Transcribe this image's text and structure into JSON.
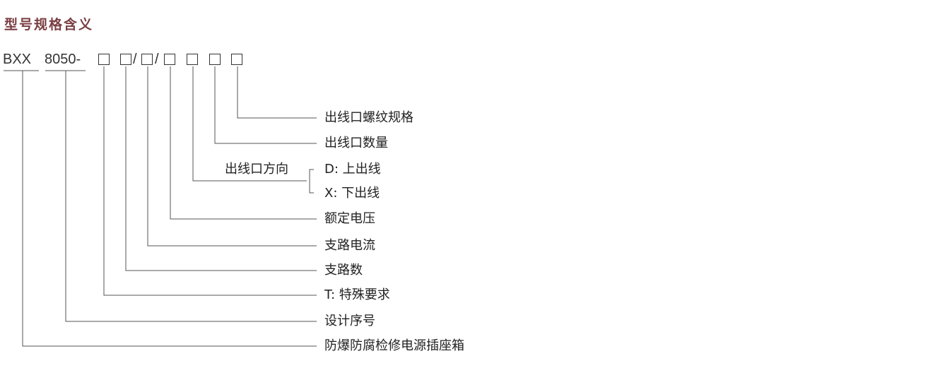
{
  "title": "型号规格含义",
  "model": {
    "prefix": "BXX",
    "series": "8050-",
    "slash1": "/",
    "slash2": "/"
  },
  "labels": {
    "thread_spec": "出线口螺纹规格",
    "outlet_count": "出线口数量",
    "outlet_direction": "出线口方向",
    "dir_up": "D: 上出线",
    "dir_down": "X: 下出线",
    "rated_voltage": "额定电压",
    "branch_current": "支路电流",
    "branch_count": "支路数",
    "special_req": "T: 特殊要求",
    "design_no": "设计序号",
    "product_name": "防爆防腐检修电源插座箱"
  }
}
